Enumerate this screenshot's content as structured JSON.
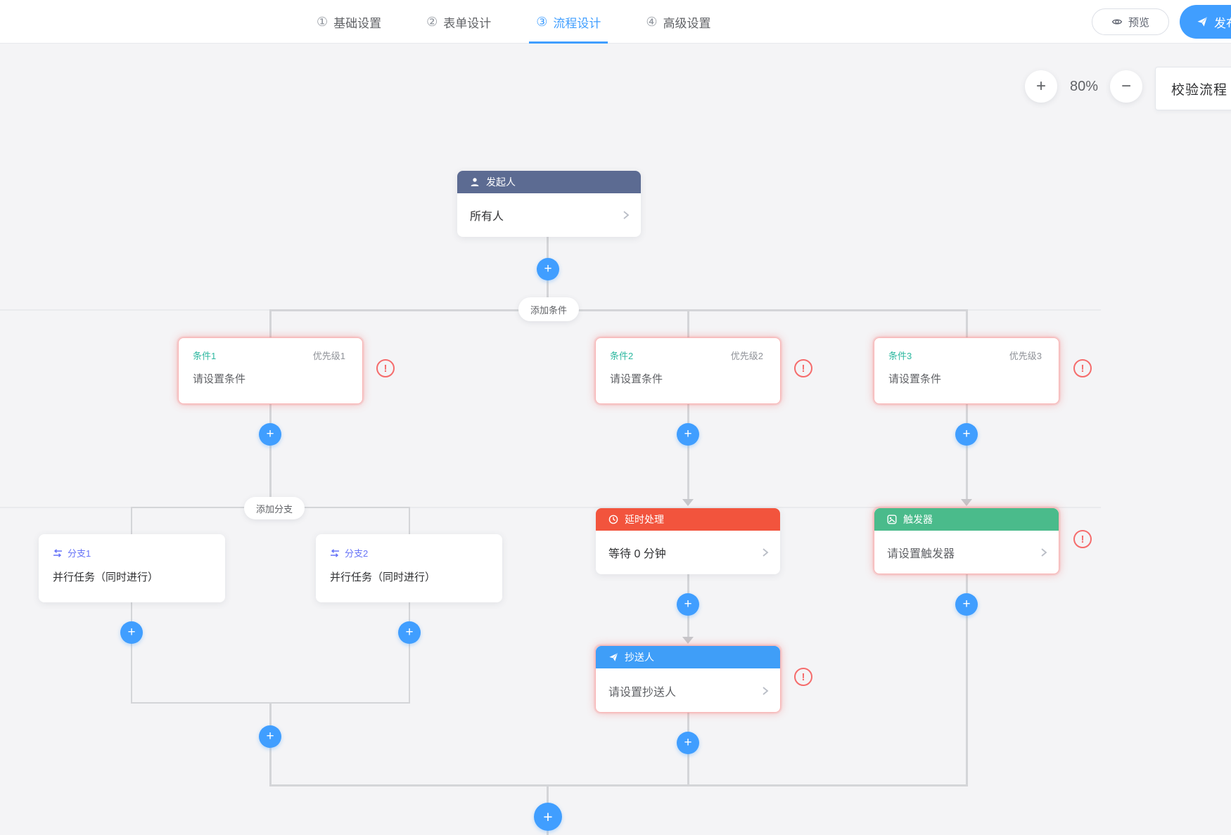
{
  "nav": {
    "tabs": [
      {
        "num": "①",
        "label": "基础设置",
        "active": false
      },
      {
        "num": "②",
        "label": "表单设计",
        "active": false
      },
      {
        "num": "③",
        "label": "流程设计",
        "active": true
      },
      {
        "num": "④",
        "label": "高级设置",
        "active": false
      }
    ],
    "preview": "预览",
    "publish": "发布"
  },
  "toolbar": {
    "zoom_in": "+",
    "zoom_out": "−",
    "zoom_level": "80%",
    "validate": "校验流程"
  },
  "glyphs": {
    "plus": "+",
    "exclaim": "!"
  },
  "flow": {
    "start": {
      "title": "发起人",
      "value": "所有人"
    },
    "add_condition": "添加条件",
    "add_branch": "添加分支",
    "conditions": [
      {
        "title": "条件1",
        "priority": "优先级1",
        "body": "请设置条件"
      },
      {
        "title": "条件2",
        "priority": "优先级2",
        "body": "请设置条件"
      },
      {
        "title": "条件3",
        "priority": "优先级3",
        "body": "请设置条件"
      }
    ],
    "branches": [
      {
        "title": "分支1",
        "body": "并行任务（同时进行）"
      },
      {
        "title": "分支2",
        "body": "并行任务（同时进行）"
      }
    ],
    "delay": {
      "title": "延时处理",
      "value": "等待 0 分钟"
    },
    "trigger": {
      "title": "触发器",
      "value": "请设置触发器"
    },
    "cc": {
      "title": "抄送人",
      "value": "请设置抄送人"
    }
  },
  "colors": {
    "accent": "#409eff",
    "error": "#f56c6c",
    "start_header": "#5c6b92",
    "delay_header": "#f2543d",
    "trigger_header": "#4abb8b",
    "cc_header": "#3f9ef8",
    "condition_title": "#2eb8a0",
    "branch_title": "#6673f7",
    "line": "#d4d5d8"
  }
}
